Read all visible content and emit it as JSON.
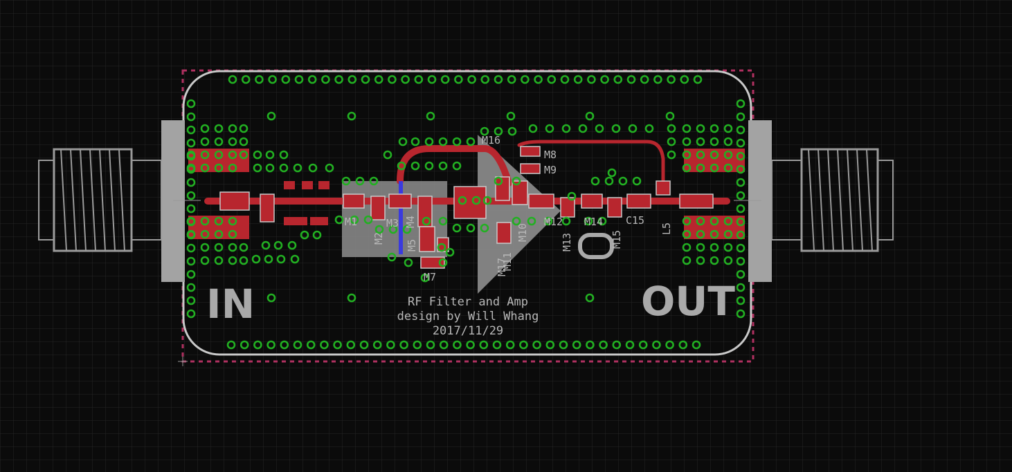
{
  "board": {
    "input_label": "IN",
    "output_label": "OUT",
    "title_lines": [
      "RF Filter and Amp",
      "design by Will Whang",
      "2017/11/29"
    ]
  },
  "designators": [
    {
      "id": "m1",
      "text": "M1"
    },
    {
      "id": "m2",
      "text": "M2"
    },
    {
      "id": "m3",
      "text": "M3"
    },
    {
      "id": "m4",
      "text": "M4"
    },
    {
      "id": "m5",
      "text": "M5"
    },
    {
      "id": "m7",
      "text": "M7"
    },
    {
      "id": "m8",
      "text": "M8"
    },
    {
      "id": "m9",
      "text": "M9"
    },
    {
      "id": "m10",
      "text": "M10"
    },
    {
      "id": "m11",
      "text": "M11"
    },
    {
      "id": "m12",
      "text": "M12"
    },
    {
      "id": "m13",
      "text": "M13"
    },
    {
      "id": "m14",
      "text": "M14"
    },
    {
      "id": "m15",
      "text": "M15"
    },
    {
      "id": "m16",
      "text": "M16"
    },
    {
      "id": "m17",
      "text": "M17"
    },
    {
      "id": "c15",
      "text": "C15"
    },
    {
      "id": "l5",
      "text": "L5"
    }
  ],
  "colors": {
    "background": "#0b0b0b",
    "grid": "#2a2a2a",
    "copper_top": "#b8262e",
    "copper_bottom": "#3a3adf",
    "silkscreen": "#b8b8b8",
    "via": "#22b022",
    "keepout": "#b03060",
    "connector": "#9a9a9a"
  }
}
